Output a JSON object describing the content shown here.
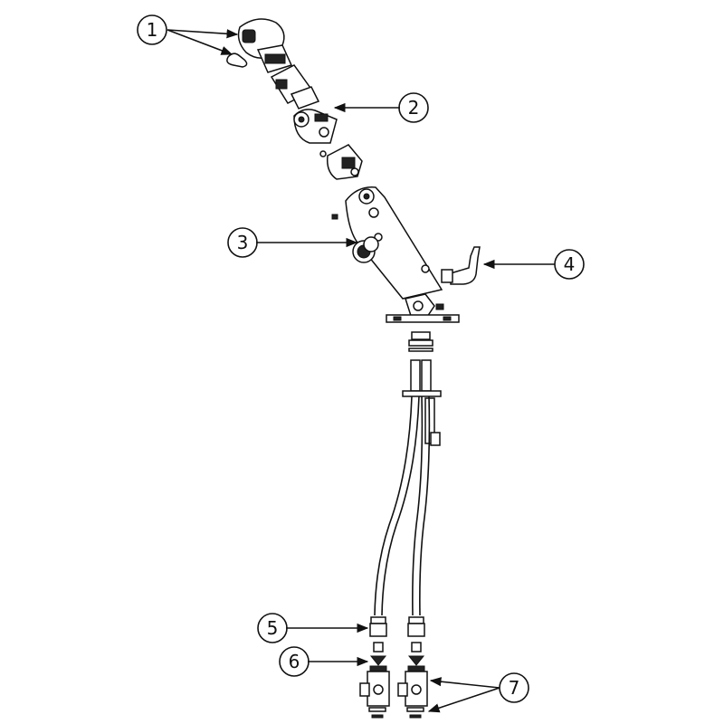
{
  "callouts": [
    {
      "id": "1",
      "label": "1"
    },
    {
      "id": "2",
      "label": "2"
    },
    {
      "id": "3",
      "label": "3"
    },
    {
      "id": "4",
      "label": "4"
    },
    {
      "id": "5",
      "label": "5"
    },
    {
      "id": "6",
      "label": "6"
    },
    {
      "id": "7",
      "label": "7"
    }
  ],
  "colors": {
    "line": "#111111",
    "shade": "#bdbdbd",
    "background": "#ffffff"
  }
}
